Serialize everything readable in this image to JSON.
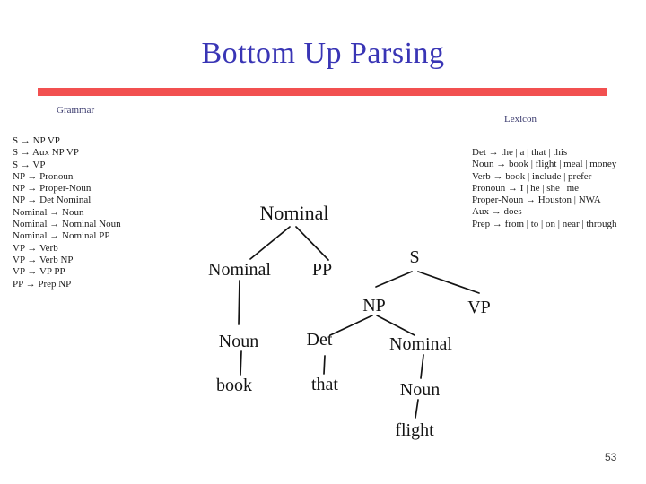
{
  "slide": {
    "title": "Bottom Up Parsing",
    "page_number": "53",
    "accent_color": "#f25050",
    "title_color": "#3935b5"
  },
  "grammar": {
    "heading": "Grammar",
    "rules": [
      "S → NP VP",
      "S → Aux NP VP",
      "S → VP",
      "NP → Pronoun",
      "NP → Proper-Noun",
      "NP → Det Nominal",
      "Nominal → Noun",
      "Nominal → Nominal Noun",
      "Nominal → Nominal PP",
      "VP → Verb",
      "VP → Verb NP",
      "VP → VP PP",
      "PP → Prep NP"
    ]
  },
  "lexicon": {
    "heading": "Lexicon",
    "entries": [
      "Det → the | a | that | this",
      "Noun → book | flight | meal | money",
      "Verb → book | include | prefer",
      "Pronoun → I | he | she | me",
      "Proper-Noun → Houston | NWA",
      "Aux → does",
      "Prep → from | to | on | near | through"
    ]
  },
  "parse_tree": {
    "nominal_top": "Nominal",
    "nominal_left": "Nominal",
    "pp": "PP",
    "noun_left": "Noun",
    "book": "book",
    "s": "S",
    "np": "NP",
    "vp": "VP",
    "det": "Det",
    "nominal_right": "Nominal",
    "that": "that",
    "noun_right": "Noun",
    "flight": "flight"
  }
}
